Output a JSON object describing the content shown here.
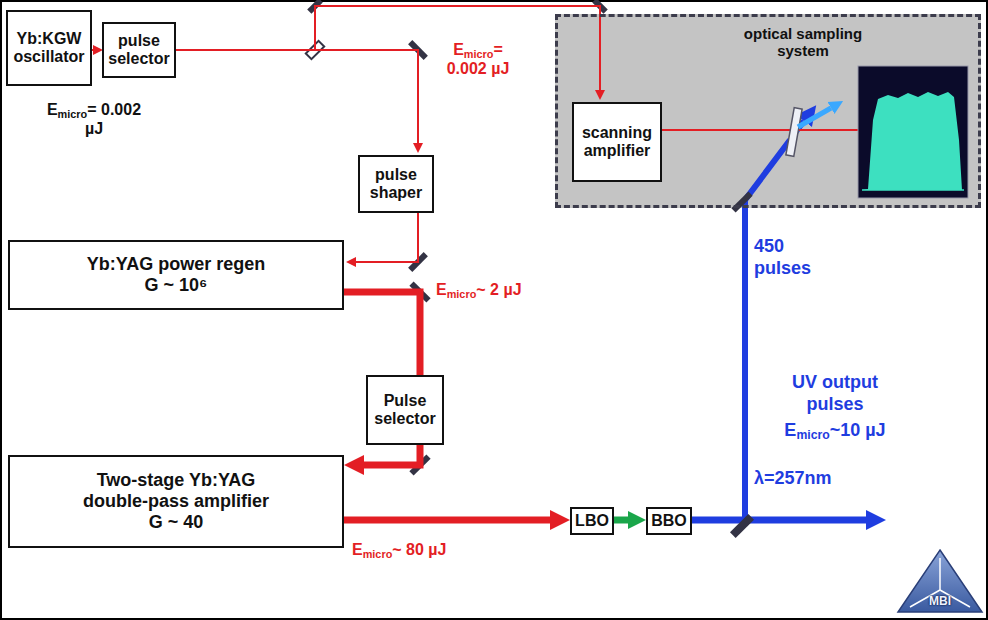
{
  "diagram": {
    "nodes": [
      {
        "text": [
          "Yb:KGW oscillator"
        ]
      },
      {
        "text": [
          "pulse selector"
        ]
      },
      {
        "text": [
          "pulse shaper"
        ]
      },
      {
        "text": [
          "Yb:YAG power regen",
          "G ~ 10⁶"
        ]
      },
      {
        "text": [
          "Pulse selector"
        ]
      },
      {
        "text": [
          "Two-stage Yb:YAG double-pass amplifier",
          "G ~ 40"
        ]
      },
      {
        "text": [
          "optical sampling system"
        ]
      },
      {
        "text": [
          "scanning amplifier"
        ],
        "in": 6
      },
      {
        "text": [
          "LBO"
        ]
      },
      {
        "text": [
          "BBO"
        ]
      }
    ],
    "edges": [
      {
        "from": 0,
        "to": 1,
        "arrow": "to"
      },
      {
        "from": 1,
        "to": 7,
        "arrow": "to"
      },
      {
        "from": 1,
        "to": 2,
        "arrow": "to"
      },
      {
        "from": 2,
        "to": 3,
        "arrow": "to"
      },
      {
        "from": 3,
        "to": 4,
        "arrow": "none"
      },
      {
        "from": 4,
        "to": 5,
        "arrow": "to"
      },
      {
        "from": 5,
        "to": 8,
        "arrow": "to"
      },
      {
        "from": 8,
        "to": 9,
        "arrow": "to"
      }
    ],
    "labels": [
      "Emicro= 0.002 µJ",
      "Emicro= 0.002 µJ",
      "Emicro~ 2 µJ",
      "Emicro~ 80 µJ",
      "450 pulses",
      "UV output pulses",
      "Emicro~10 µJ",
      "λ=257nm",
      "MBI"
    ]
  }
}
